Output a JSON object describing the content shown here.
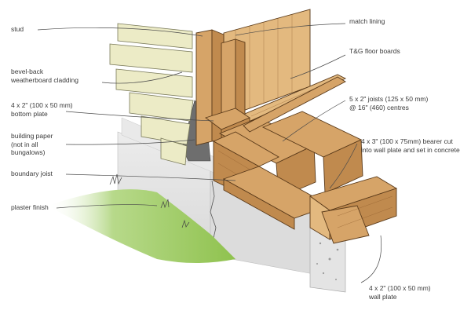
{
  "labels": {
    "stud": "stud",
    "bevel_back": "bevel-back\nweatherboard cladding",
    "bottom_plate": "4 x 2\" (100 x 50 mm)\nbottom plate",
    "building_paper": "building paper\n(not in all\nbungalows)",
    "boundary_joist": "boundary joist",
    "plaster_finish": "plaster finish",
    "match_lining": "match lining",
    "floor_boards": "T&G floor boards",
    "joists": "5 x 2\" joists (125 x 50 mm)\n@ 16\" (460) centres",
    "bearer": "4 x 3\" (100 x 75mm) bearer cut\ninto wall plate and set in concrete",
    "wall_plate": "4 x 2\" (100 x 50 mm)\nwall plate"
  },
  "colors": {
    "timber": "#d6a468",
    "timber_dark": "#c08a4e",
    "cladding": "#ecebc6",
    "concrete": "#e2e2e2",
    "grass": "#8fc24e"
  }
}
